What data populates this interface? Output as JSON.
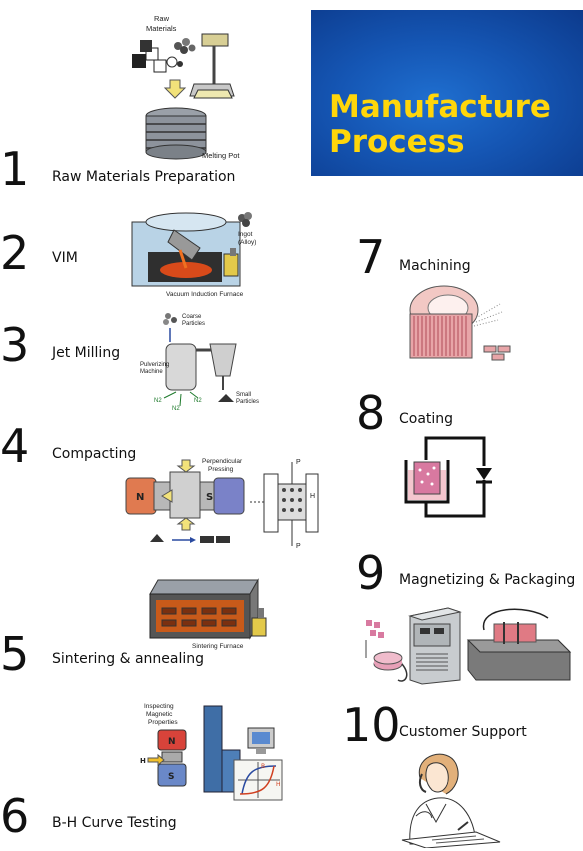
{
  "title": {
    "line1": "Manufacture",
    "line2": "Process"
  },
  "steps": [
    {
      "number": "1",
      "label": "Raw Materials Preparation",
      "illustration": {
        "icon": "raw-materials-icon",
        "labels": [
          "Raw",
          "Materials",
          "Melting Pot"
        ]
      }
    },
    {
      "number": "2",
      "label": "VIM",
      "illustration": {
        "icon": "vacuum-furnace-icon",
        "labels": [
          "Ingot",
          "(Alloy)",
          "Vacuum Induction Furnace"
        ]
      }
    },
    {
      "number": "3",
      "label": "Jet Milling",
      "illustration": {
        "icon": "jet-mill-icon",
        "labels": [
          "Coarse",
          "Particles",
          "Pulverizing",
          "Machine",
          "N2",
          "N2",
          "N2",
          "Small",
          "Particles"
        ]
      }
    },
    {
      "number": "4",
      "label": "Compacting",
      "illustration": {
        "icon": "press-icon",
        "labels": [
          "Perpendicular",
          "Pressing",
          "N",
          "S",
          "P",
          "P",
          "H"
        ]
      }
    },
    {
      "number": "5",
      "label": "Sintering & annealing",
      "illustration": {
        "icon": "sintering-furnace-icon",
        "labels": [
          "Sintering Furnace"
        ]
      }
    },
    {
      "number": "6",
      "label": "B-H Curve Testing",
      "illustration": {
        "icon": "bh-tester-icon",
        "labels": [
          "Inspecting",
          "Magnetic",
          "Properties",
          "N",
          "S",
          "H",
          "B",
          "H"
        ]
      }
    },
    {
      "number": "7",
      "label": "Machining",
      "illustration": {
        "icon": "grinding-wheel-icon",
        "labels": []
      }
    },
    {
      "number": "8",
      "label": "Coating",
      "illustration": {
        "icon": "electroplating-icon",
        "labels": []
      }
    },
    {
      "number": "9",
      "label": "Magnetizing & Packaging",
      "illustration": {
        "icon": "magnetizer-icon",
        "labels": []
      }
    },
    {
      "number": "10",
      "label": "Customer Support",
      "illustration": {
        "icon": "phone-operator-icon",
        "labels": []
      }
    }
  ],
  "colors": {
    "title_bg": "#1556b4",
    "title_text": "#ffd60a",
    "magnet_pink": "#e0889a"
  }
}
